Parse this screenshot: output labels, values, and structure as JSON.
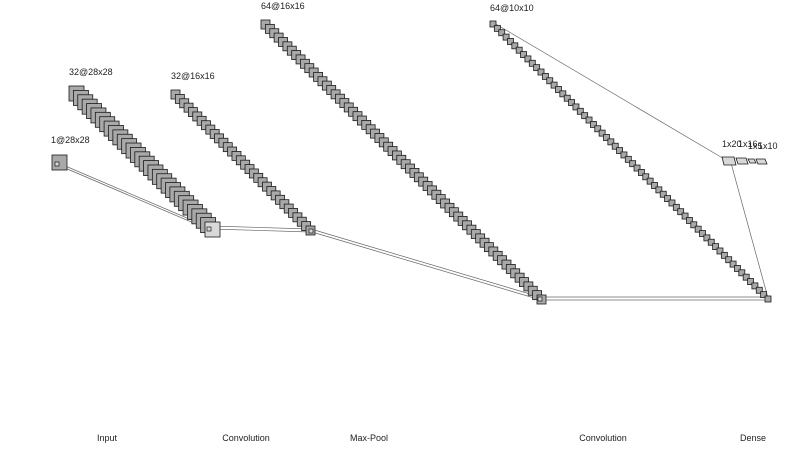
{
  "colors": {
    "fill_dark": "#a9a9a9",
    "fill_light": "#d8d8d8",
    "stroke": "#1a1a1a",
    "edge": "#666666",
    "text": "#222222",
    "background": "#ffffff"
  },
  "layers": [
    {
      "label": "1@28x28",
      "count": 1
    },
    {
      "label": "32@28x28",
      "count": 32
    },
    {
      "label": "32@16x16",
      "count": 32
    },
    {
      "label": "64@16x16",
      "count": 64
    },
    {
      "label": "64@10x10",
      "count": 64
    },
    {
      "label": "1x20",
      "count": 1
    },
    {
      "label": "1x16",
      "count": 1
    },
    {
      "label": "1x5",
      "count": 1
    },
    {
      "label": "1x10",
      "count": 1
    }
  ],
  "captions": [
    "Input",
    "Convolution",
    "Max-Pool",
    "Convolution",
    "Dense"
  ]
}
